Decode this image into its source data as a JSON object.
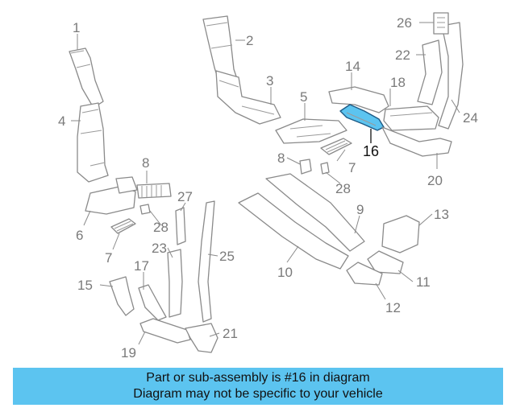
{
  "diagram": {
    "highlighted_part": "16",
    "callouts": [
      "1",
      "2",
      "3",
      "4",
      "5",
      "6",
      "7",
      "7",
      "8",
      "8",
      "9",
      "10",
      "11",
      "12",
      "13",
      "14",
      "15",
      "16",
      "17",
      "18",
      "19",
      "20",
      "21",
      "22",
      "23",
      "24",
      "25",
      "26",
      "27",
      "28",
      "28"
    ],
    "highlight_color": "#5cc4f0",
    "line_color": "#8a8a8a"
  },
  "banner": {
    "line1": "Part or sub-assembly is #16 in diagram",
    "line2": "Diagram may not be specific to your vehicle",
    "background": "#5cc4f0"
  }
}
